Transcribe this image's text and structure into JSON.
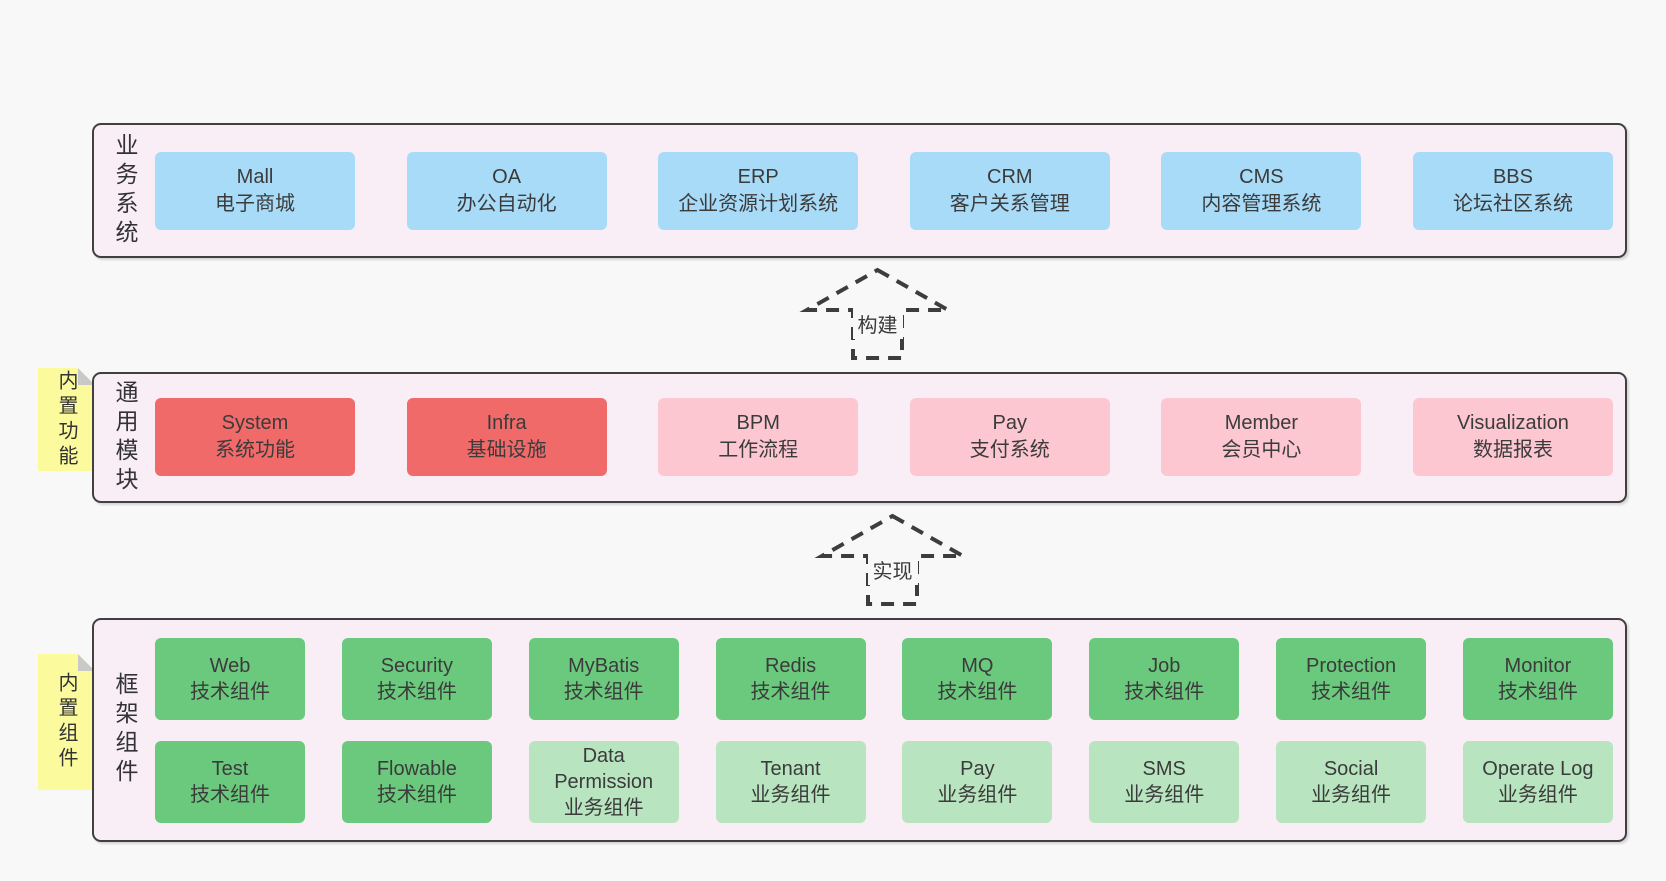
{
  "page": {
    "background": "#f8f8f8"
  },
  "colors": {
    "panel_bg": "#f9edf6",
    "panel_border": "#404040",
    "blue": "#a8dbf7",
    "red": "#f16a6a",
    "pink": "#fcc7d1",
    "green_dark": "#6bc97d",
    "green_light": "#b8e5bf",
    "sticky_yellow": "#fbfb9e",
    "sticky_fold": "#c9c9c9",
    "arrow_stroke": "#3d3d3d",
    "text": "#3b3b3b"
  },
  "arrows": [
    {
      "label": "构建"
    },
    {
      "label": "实现"
    }
  ],
  "sections": [
    {
      "id": "business-systems",
      "side_label": "业务系统",
      "sticky": null,
      "rows": [
        [
          {
            "name": "Mall",
            "desc": "电子商城",
            "color": "blue"
          },
          {
            "name": "OA",
            "desc": "办公自动化",
            "color": "blue"
          },
          {
            "name": "ERP",
            "desc": "企业资源计划系统",
            "color": "blue"
          },
          {
            "name": "CRM",
            "desc": "客户关系管理",
            "color": "blue"
          },
          {
            "name": "CMS",
            "desc": "内容管理系统",
            "color": "blue"
          },
          {
            "name": "BBS",
            "desc": "论坛社区系统",
            "color": "blue"
          }
        ]
      ]
    },
    {
      "id": "common-modules",
      "side_label": "通用模块",
      "sticky": "内置功能",
      "rows": [
        [
          {
            "name": "System",
            "desc": "系统功能",
            "color": "red"
          },
          {
            "name": "Infra",
            "desc": "基础设施",
            "color": "red"
          },
          {
            "name": "BPM",
            "desc": "工作流程",
            "color": "pink"
          },
          {
            "name": "Pay",
            "desc": "支付系统",
            "color": "pink"
          },
          {
            "name": "Member",
            "desc": "会员中心",
            "color": "pink"
          },
          {
            "name": "Visualization",
            "desc": "数据报表",
            "color": "pink"
          }
        ]
      ]
    },
    {
      "id": "framework-components",
      "side_label": "框架组件",
      "sticky": "内置组件",
      "rows": [
        [
          {
            "name": "Web",
            "desc": "技术组件",
            "color": "green_dark"
          },
          {
            "name": "Security",
            "desc": "技术组件",
            "color": "green_dark"
          },
          {
            "name": "MyBatis",
            "desc": "技术组件",
            "color": "green_dark"
          },
          {
            "name": "Redis",
            "desc": "技术组件",
            "color": "green_dark"
          },
          {
            "name": "MQ",
            "desc": "技术组件",
            "color": "green_dark"
          },
          {
            "name": "Job",
            "desc": "技术组件",
            "color": "green_dark"
          },
          {
            "name": "Protection",
            "desc": "技术组件",
            "color": "green_dark"
          },
          {
            "name": "Monitor",
            "desc": "技术组件",
            "color": "green_dark"
          }
        ],
        [
          {
            "name": "Test",
            "desc": "技术组件",
            "color": "green_dark"
          },
          {
            "name": "Flowable",
            "desc": "技术组件",
            "color": "green_dark"
          },
          {
            "name": "Data Permission",
            "desc": "业务组件",
            "color": "green_light"
          },
          {
            "name": "Tenant",
            "desc": "业务组件",
            "color": "green_light"
          },
          {
            "name": "Pay",
            "desc": "业务组件",
            "color": "green_light"
          },
          {
            "name": "SMS",
            "desc": "业务组件",
            "color": "green_light"
          },
          {
            "name": "Social",
            "desc": "业务组件",
            "color": "green_light"
          },
          {
            "name": "Operate Log",
            "desc": "业务组件",
            "color": "green_light"
          }
        ]
      ]
    }
  ]
}
